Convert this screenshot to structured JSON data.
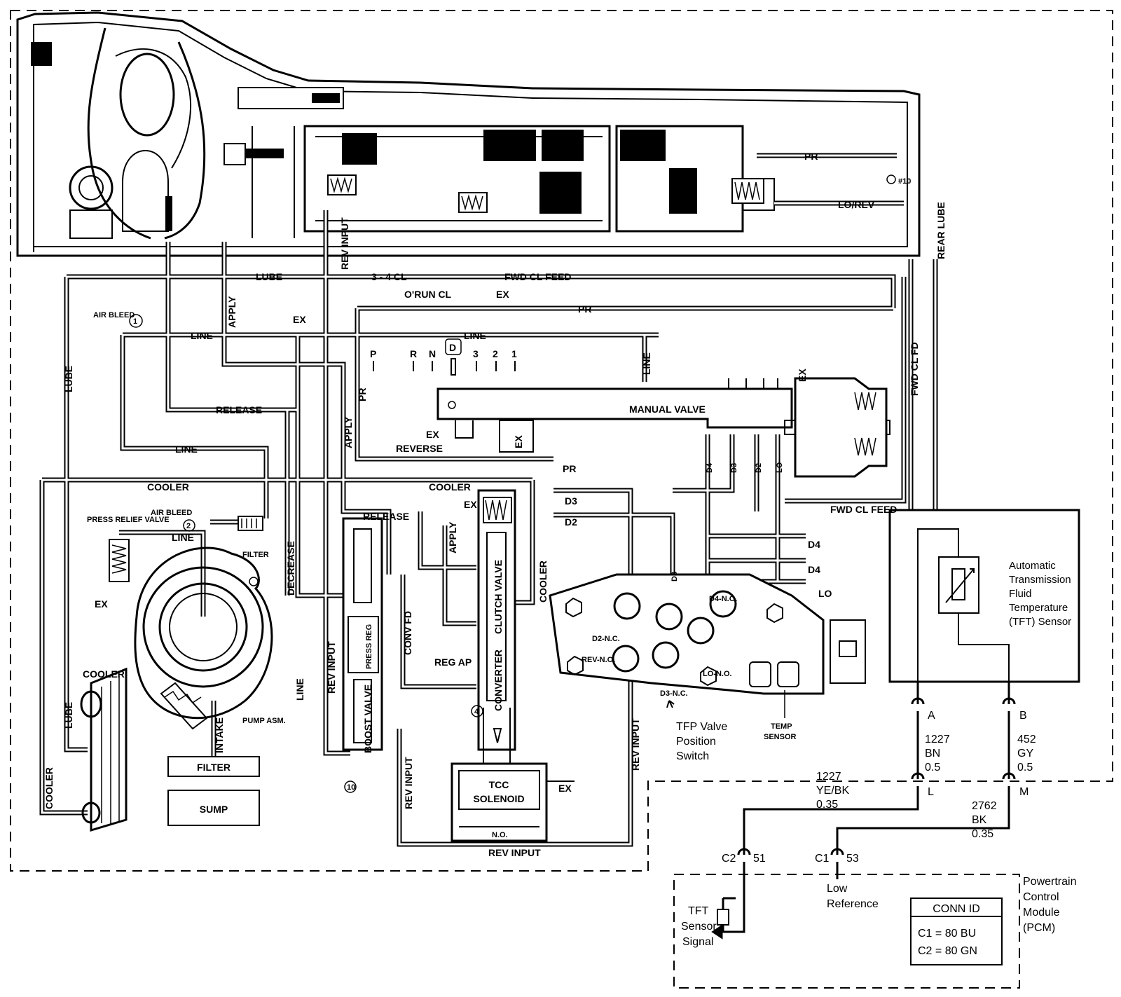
{
  "hydraulic": {
    "pr_top": "PR",
    "ck10": "#10",
    "lo_rev": "LO/REV",
    "rear_lube": "REAR LUBE",
    "lube_h": "LUBE",
    "rev_input_top": "REV INPUT",
    "cl34": "3 - 4 CL",
    "fwd_cl_feed_top": "FWD CL FEED",
    "orun_cl": "O'RUN CL",
    "ex_orun": "EX",
    "pr_mid": "PR",
    "air_bleed_1": "AIR BLEED",
    "ck1": "1",
    "line_left": "LINE",
    "apply_v": "APPLY",
    "ex_top": "EX",
    "line_mid": "LINE",
    "lube_v": "LUBE",
    "line_v_right": "LINE",
    "fwd_cl_fd": "FWD CL FD",
    "pr_v": "PR",
    "apply_v2": "APPLY",
    "release_1": "RELEASE",
    "line_2": "LINE",
    "manual_valve": "MANUAL VALVE",
    "ex_right": "EX",
    "ex_rev": "EX",
    "reverse": "REVERSE",
    "ex_box": "EX",
    "pr_low": "PR",
    "cooler_1": "COOLER",
    "cooler_2": "COOLER",
    "ex_clutch": "EX",
    "d3": "D3",
    "d2": "D2",
    "release_2": "RELEASE",
    "apply_3": "APPLY",
    "fwd_cl_feed_2": "FWD CL FEED",
    "press_relief": "PRESS RELIEF VALVE",
    "air_bleed_2": "AIR BLEED",
    "ck2": "2",
    "line_3": "LINE",
    "filter_1": "FILTER",
    "decrease": "DECREASE",
    "ex_left": "EX",
    "press_reg": "PRESS REG",
    "conv_fd": "CONV FD",
    "clutch_valve": "CLUTCH VALVE",
    "cooler_v": "COOLER",
    "d4a": "D4",
    "d4b": "D4",
    "d4v": "D4",
    "d3v": "D3",
    "d2v": "D2",
    "lo": "LO",
    "lo_v": "LO",
    "d4_no": "D4-N.O.",
    "d2_nc": "D2-N.C.",
    "rev_no": "REV-N.O.",
    "d3_nc": "D3-N.C.",
    "lo_no": "LO-N.O.",
    "d3_v2": "D3",
    "reg_ap": "REG AP",
    "converter": "CONVERTER",
    "ck4": "4",
    "cooler_3": "COOLER",
    "lube_v2": "LUBE",
    "line_v4": "LINE",
    "rev_input_v1": "REV INPUT",
    "pump_asm": "PUMP ASM.",
    "intake": "INTAKE",
    "boost_valve": "BOOST VALVE",
    "filter_2": "FILTER",
    "sump": "SUMP",
    "ck10b": "10",
    "cooler_v2": "COOLER",
    "rev_input_v2": "REV INPUT",
    "rev_input_v3": "REV INPUT",
    "tcc1": "TCC",
    "tcc2": "SOLENOID",
    "tcc_no": "N.O.",
    "ex_tcc": "EX",
    "rev_input_bottom": "REV INPUT",
    "gear_p": "P",
    "gear_r": "R",
    "gear_n": "N",
    "gear_d": "D",
    "gear_3": "3",
    "gear_2": "2",
    "gear_1": "1",
    "tfp_switch": [
      "TFP Valve",
      "Position",
      "Switch"
    ],
    "temp_sensor": [
      "TEMP",
      "SENSOR"
    ]
  },
  "electrical": {
    "tft_sensor": [
      "Automatic",
      "Transmission",
      "Fluid",
      "Temperature",
      "(TFT) Sensor"
    ],
    "pin_a": "A",
    "pin_b": "B",
    "wire_a": [
      "1227",
      "BN",
      "0.5"
    ],
    "wire_b": [
      "452",
      "GY",
      "0.5"
    ],
    "pin_l": "L",
    "pin_m": "M",
    "wire_l": [
      "1227",
      "YE/BK",
      "0.35"
    ],
    "wire_m": [
      "2762",
      "BK",
      "0.35"
    ],
    "c2": "C2",
    "c2_pin": "51",
    "c1": "C1",
    "c1_pin": "53",
    "low_ref": [
      "Low",
      "Reference"
    ],
    "tft_signal": [
      "TFT",
      "Sensor",
      "Signal"
    ],
    "pcm": [
      "Powertrain",
      "Control",
      "Module",
      "(PCM)"
    ],
    "conn_id": "CONN ID",
    "conn_c1": "C1 = 80 BU",
    "conn_c2": "C2 = 80 GN"
  }
}
